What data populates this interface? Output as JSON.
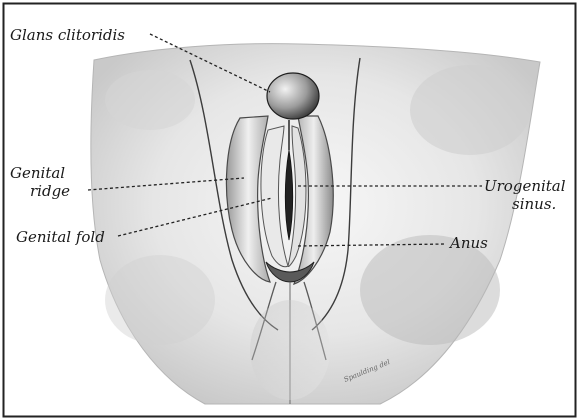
{
  "labels": {
    "glans_clitoridis": "Glans clitoridis",
    "genital_ridge_line1": "Genital",
    "genital_ridge_line2": "ridge",
    "genital_fold": "Genital fold",
    "urogenital_line1": "Urogenital",
    "urogenital_line2": "sinus.",
    "anus": "Anus"
  },
  "signature": "Spaulding del",
  "colors": {
    "frame": "#222222",
    "background": "#ffffff",
    "skin_light": "#f4f4f4",
    "skin_mid": "#d8d8d8",
    "skin_dark": "#8a8a8a",
    "ink": "#1a1a1a"
  }
}
